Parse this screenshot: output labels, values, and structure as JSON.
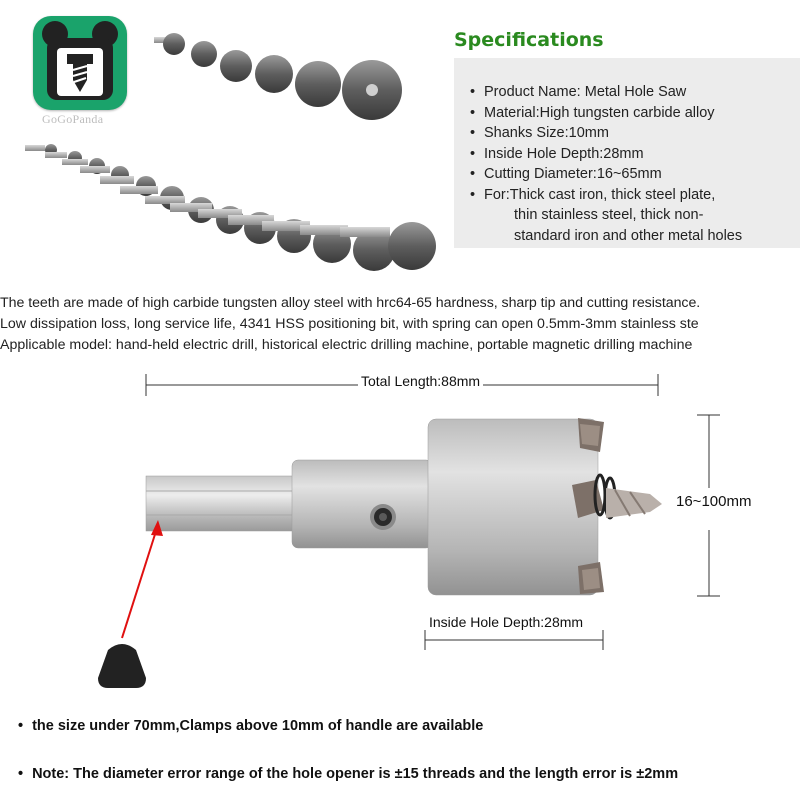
{
  "brand": {
    "name": "GoGoPanda"
  },
  "specifications": {
    "title": "Specifications",
    "items": [
      "Product Name: Metal Hole Saw",
      "Material:High tungsten carbide alloy",
      "Shanks Size:10mm",
      "Inside Hole Depth:28mm",
      "Cutting Diameter:16~65mm",
      "For:Thick cast iron, thick steel plate,"
    ],
    "continuation": [
      "thin stainless steel, thick non-",
      "standard iron and other metal holes"
    ]
  },
  "description": [
    "The teeth are made of high carbide tungsten alloy steel with hrc64-65 hardness, sharp tip and cutting resistance.",
    "Low dissipation loss, long service life, 4341 HSS positioning bit, with spring can open 0.5mm-3mm stainless ste",
    "Applicable model: hand-held electric drill, historical electric drilling machine, portable magnetic drilling machine"
  ],
  "diagram": {
    "total_length": "Total Length:88mm",
    "diameter": "16~100mm",
    "inside_depth": "Inside Hole Depth:28mm"
  },
  "notes": [
    "the size under 70mm,Clamps above 10mm of handle are available",
    "Note: The diameter error range of the hole opener is ±15 threads and the length error is ±2mm"
  ],
  "colors": {
    "spec_title": "#2a8a1f",
    "logo_bg": "#1aa36b",
    "spec_box_bg": "#ececec",
    "arrow": "#e01010"
  }
}
